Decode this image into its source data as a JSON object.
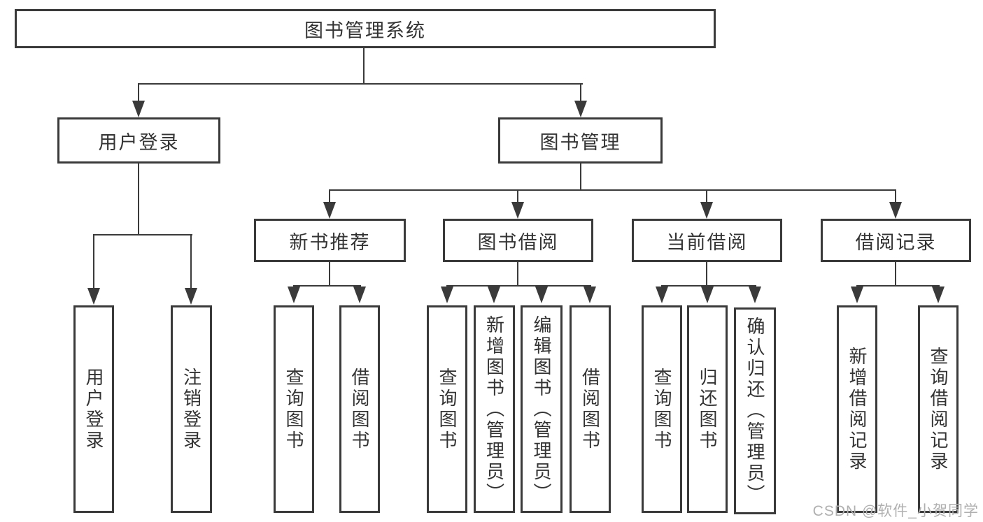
{
  "diagram": {
    "root": {
      "label": "图书管理系统"
    },
    "level2": [
      {
        "label": "用户登录"
      },
      {
        "label": "图书管理"
      }
    ],
    "level3": [
      {
        "label": "新书推荐"
      },
      {
        "label": "图书借阅"
      },
      {
        "label": "当前借阅"
      },
      {
        "label": "借阅记录"
      }
    ],
    "leaves": {
      "user_login": [
        "用户登录",
        "注销登录"
      ],
      "new_books": [
        "查询图书",
        "借阅图书"
      ],
      "book_borrow": [
        "查询图书",
        "新增图书（管理员）",
        "编辑图书（管理员）",
        "借阅图书"
      ],
      "current_borrow": [
        "查询图书",
        "归还图书",
        "确认归还（管理员）"
      ],
      "borrow_records": [
        "新增借阅记录",
        "查询借阅记录"
      ]
    }
  },
  "watermark": "CSDN @软件_小贺同学",
  "colors": {
    "line": "#3a3a3a",
    "text": "#333333",
    "watermark": "#b0b0b0",
    "background": "#ffffff"
  }
}
